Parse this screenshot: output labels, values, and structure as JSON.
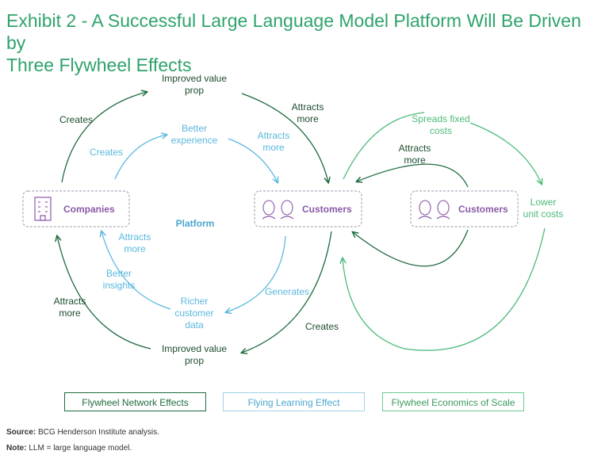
{
  "title": {
    "line1": "Exhibit 2 - A Successful Large Language Model Platform Will Be Driven by",
    "line2": "Three Flywheel Effects"
  },
  "nodes": {
    "companies": "Companies",
    "customers_left": "Customers",
    "customers_right": "Customers",
    "platform": "Platform"
  },
  "labels": {
    "improved_value_prop_top": [
      "Improved value",
      "prop"
    ],
    "improved_value_prop_bottom": [
      "Improved value",
      "prop"
    ],
    "creates_top_left": [
      "Creates"
    ],
    "attracts_more_top_right": [
      "Attracts",
      "more"
    ],
    "attracts_more_bottom_left": [
      "Attracts",
      "more"
    ],
    "creates_bottom_right": [
      "Creates"
    ],
    "better_experience": [
      "Better",
      "experience"
    ],
    "creates_inner": [
      "Creates"
    ],
    "attracts_more_inner_top": [
      "Attracts",
      "more"
    ],
    "attracts_more_inner_left": [
      "Attracts",
      "more"
    ],
    "better_insights": [
      "Better",
      "insights"
    ],
    "richer_customer_data": [
      "Richer",
      "customer",
      "data"
    ],
    "generates": [
      "Generates"
    ],
    "spreads_fixed_costs": [
      "Spreads fixed",
      "costs"
    ],
    "attracts_more_econ": [
      "Attracts",
      "more"
    ],
    "lower_unit_costs": [
      "Lower",
      "unit costs"
    ]
  },
  "legend": {
    "network": "Flywheel Network Effects",
    "learning": "Flying Learning Effect",
    "economics": "Flywheel Economics of Scale"
  },
  "notes": {
    "source_label": "Source:",
    "source_text": "BCG Henderson Institute analysis.",
    "note_label": "Note:",
    "note_text": "LLM = large language model."
  },
  "colors": {
    "network": "#1e6b3e",
    "learning": "#5bb8dd",
    "economics": "#4cba7a",
    "node_text": "#8a5aa8",
    "node_border": "#9b9bb0",
    "title": "#2fa36b"
  },
  "icons": {
    "companies": "building-icon",
    "customers": "people-icon"
  }
}
